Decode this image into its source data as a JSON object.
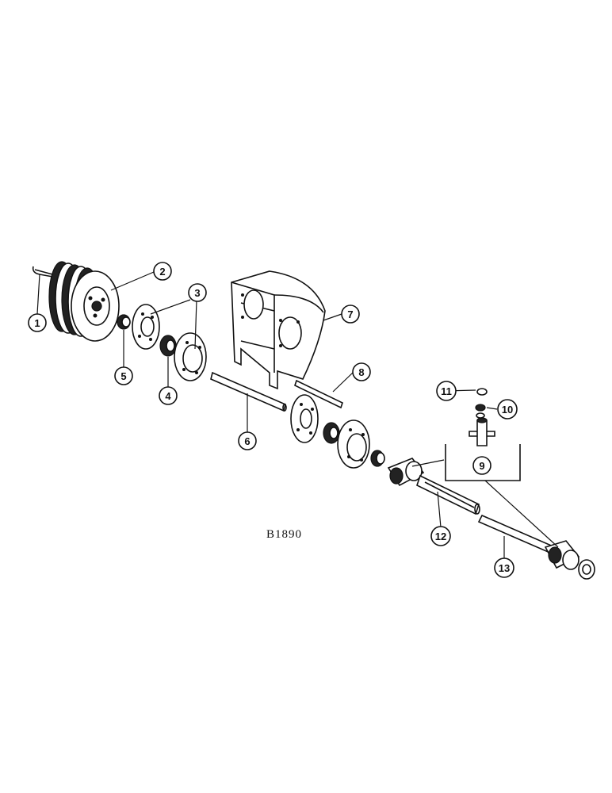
{
  "drawing_code": "B1890",
  "callouts": [
    {
      "id": "1",
      "part": "spring-key"
    },
    {
      "id": "2",
      "part": "multi-groove-pulley"
    },
    {
      "id": "3",
      "part": "bearing-flange"
    },
    {
      "id": "4",
      "part": "ball-bearing"
    },
    {
      "id": "5",
      "part": "collar"
    },
    {
      "id": "6",
      "part": "drive-shaft"
    },
    {
      "id": "7",
      "part": "support-bracket"
    },
    {
      "id": "8",
      "part": "short-shaft"
    },
    {
      "id": "9",
      "part": "cross-and-bearing"
    },
    {
      "id": "10",
      "part": "bearing-cup"
    },
    {
      "id": "11",
      "part": "snap-ring"
    },
    {
      "id": "12",
      "part": "u-joint-half-front"
    },
    {
      "id": "13",
      "part": "u-joint-half-rear"
    }
  ]
}
